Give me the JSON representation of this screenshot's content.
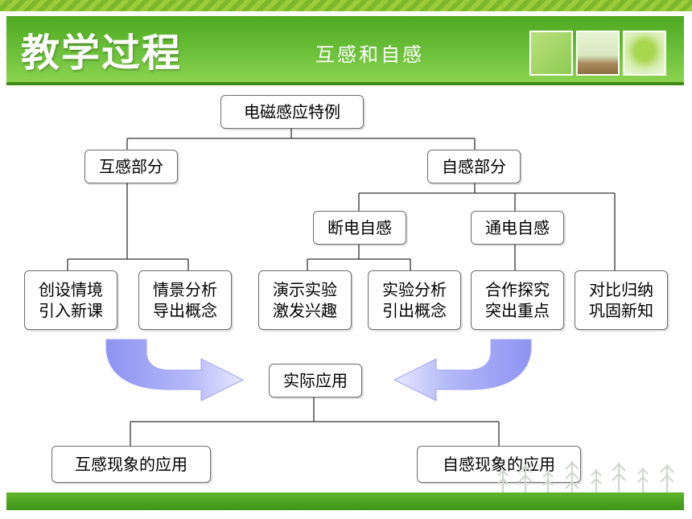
{
  "slide": {
    "title": "教学过程",
    "subtitle": "互感和自感"
  },
  "diagram": {
    "root": "电磁感应特例",
    "mutual": "互感部分",
    "self": "自感部分",
    "off": "断电自感",
    "on": "通电自感",
    "leaf1": "创设情境\n引入新课",
    "leaf2": "情景分析\n导出概念",
    "leaf3": "演示实验\n激发兴趣",
    "leaf4": "实验分析\n引出概念",
    "leaf5": "合作探究\n突出重点",
    "leaf6": "对比归纳\n巩固新知",
    "apply": "实际应用",
    "app_mutual": "互感现象的应用",
    "app_self": "自感现象的应用"
  },
  "colors": {
    "header_green": "#4ea91f",
    "arrow": "#8a8ef0"
  }
}
